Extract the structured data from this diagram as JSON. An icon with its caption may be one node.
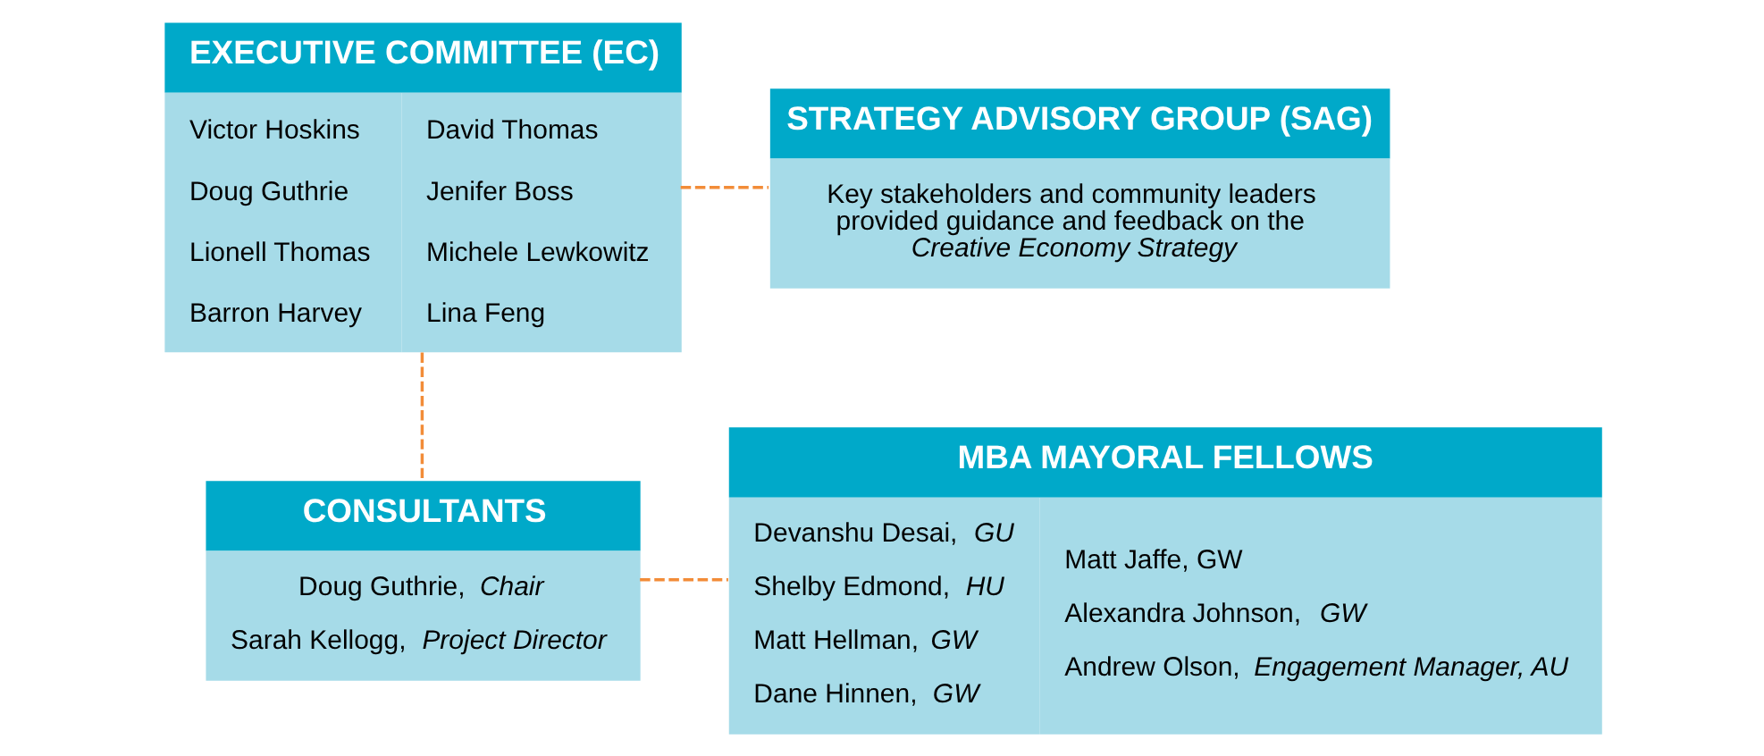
{
  "diagram": {
    "nodes": [
      {
        "text": [
          "EXECUTIVE COMMITTEE (EC)",
          "Victor Hoskins",
          "Doug Guthrie",
          "Lionell Thomas",
          "Barron Harvey",
          "David Thomas",
          "Jenifer Boss",
          "Michele Lewkowitz",
          "Lina Feng"
        ]
      },
      {
        "text": [
          "STRATEGY ADVISORY GROUP (SAG)",
          "Key stakeholders and community leaders provided guidance and feedback on the *Creative Economy Strategy*"
        ]
      },
      {
        "text": [
          "CONSULTANTS",
          "Doug Guthrie, *Chair*",
          "Sarah Kellogg, *Project Director*"
        ]
      },
      {
        "text": [
          "MBA MAYORAL FELLOWS",
          "Devanshu Desai, *GU*",
          "Shelby Edmond, *HU*",
          "Matt Hellman, *GW*",
          "Dane Hinnen, *GW*",
          "Matt Jaffe, GW",
          "Alexandra Johnson, *GW*",
          "Andrew Olson, *Engagement Manager, AU*"
        ]
      }
    ],
    "edges": [
      {
        "from": 0,
        "to": 1,
        "arrow": "none",
        "style": "dashed"
      },
      {
        "from": 0,
        "to": 2,
        "arrow": "none",
        "style": "dashed"
      },
      {
        "from": 2,
        "to": 3,
        "arrow": "none",
        "style": "dashed"
      }
    ]
  }
}
